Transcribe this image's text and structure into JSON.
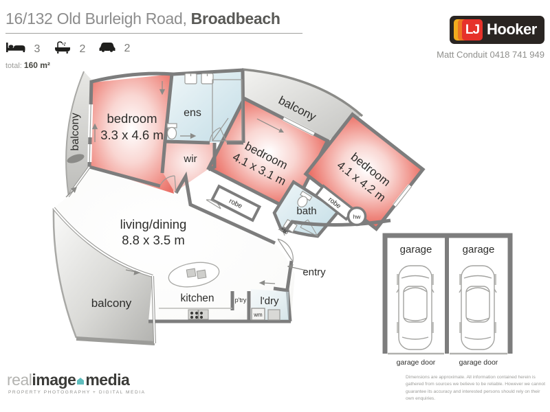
{
  "header": {
    "address_main": "16/132 Old Burleigh Road, ",
    "address_suburb": "Broadbeach",
    "beds": "3",
    "baths": "2",
    "cars": "2",
    "total_label": "total: ",
    "total_value": "160 m²"
  },
  "branding": {
    "lj": "LJ",
    "hooker": "Hooker",
    "agent": "Matt Conduit 0418 741 949",
    "colors": {
      "box": "#2a2522",
      "yellow": "#f3ac1e",
      "orange": "#ed7623",
      "red": "#e6322a"
    }
  },
  "icons": {
    "bed": "bed-icon",
    "bath": "bath-icon",
    "car": "car-icon",
    "house_dot": "house-icon"
  },
  "plan": {
    "b1_name": "bedroom",
    "b1_dims": "3.3 x 4.6 m",
    "b2_name": "bedroom",
    "b2_dims": "4.1 x 3.1 m",
    "b3_name": "bedroom",
    "b3_dims": "4.1 x 4.2 m",
    "living_name": "living/dining",
    "living_dims": "8.8 x 3.5 m",
    "kitchen": "kitchen",
    "ens": "ens",
    "wir": "wir",
    "bath": "bath",
    "entry": "entry",
    "pantry": "p'try",
    "laundry": "l'dry",
    "wm": "wm",
    "hw": "hw",
    "sto": "sto",
    "robe1": "robe",
    "robe2": "robe",
    "balcony_left": "balcony",
    "balcony_top": "balcony",
    "balcony_bottom": "balcony",
    "colors": {
      "wall": "#7d7d7d",
      "room_red": "#ec7c74",
      "wet_blue": "#c9e0e8",
      "balcony_gray": "#bfbfbc"
    }
  },
  "garage": {
    "left_label": "garage",
    "right_label": "garage",
    "left_door": "garage door",
    "right_door": "garage door"
  },
  "footer": {
    "logo_real": "real",
    "logo_image": "image",
    "logo_media": "media",
    "tagline": "PROPERTY PHOTOGRAPHY + DIGITAL MEDIA",
    "disclaimer": "Dimensions are approximate.  All information contained herein is gathered from sources we believe to be reliable.  However we cannot guarantee its accuracy and interested persons should rely on their own enquiries."
  }
}
